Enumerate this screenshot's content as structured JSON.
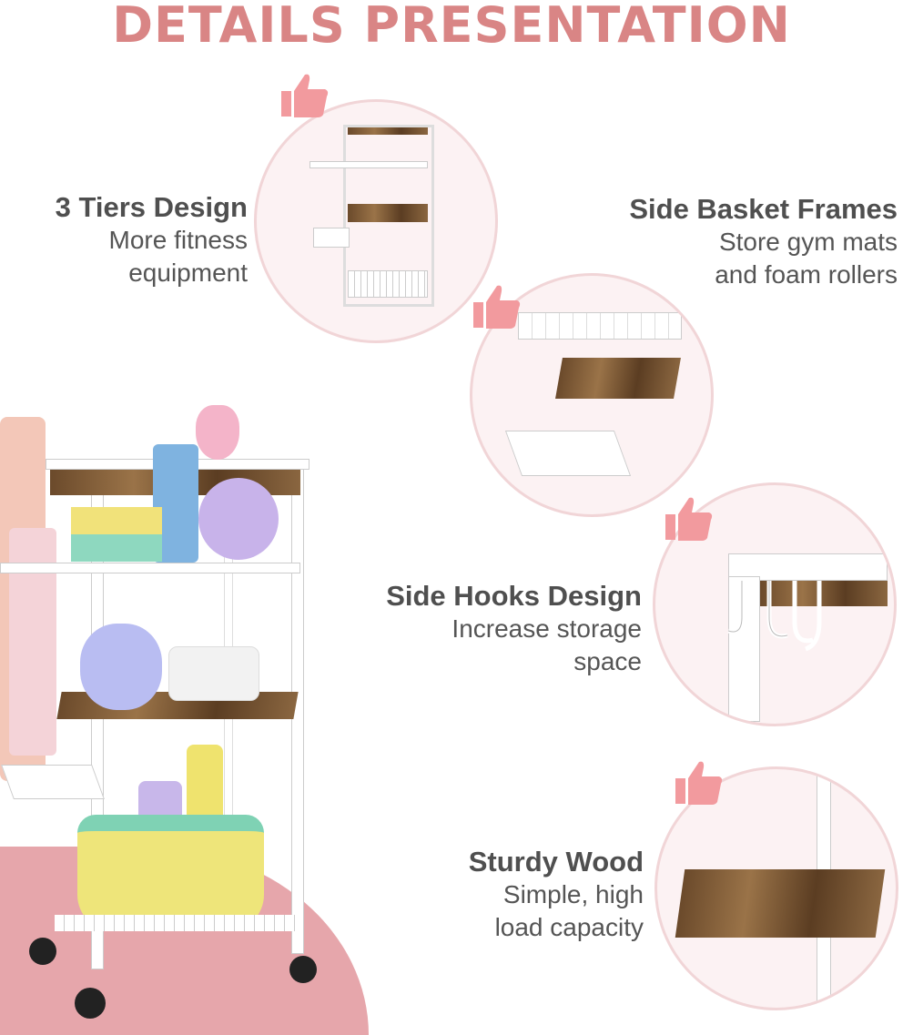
{
  "title": "DETAILS PRESENTATION",
  "colors": {
    "accent": "#d98585",
    "thumb": "#f29a9e",
    "floor": "#e6a6ab"
  },
  "features": [
    {
      "heading": "3 Tiers Design",
      "lines": [
        "More fitness",
        "equipment"
      ]
    },
    {
      "heading": "Side Basket Frames",
      "lines": [
        "Store gym mats",
        "and foam rollers"
      ]
    },
    {
      "heading": "Side Hooks Design",
      "lines": [
        "Increase storage",
        "space"
      ]
    },
    {
      "heading": "Sturdy Wood",
      "lines": [
        "Simple, high",
        "load capacity"
      ]
    }
  ]
}
